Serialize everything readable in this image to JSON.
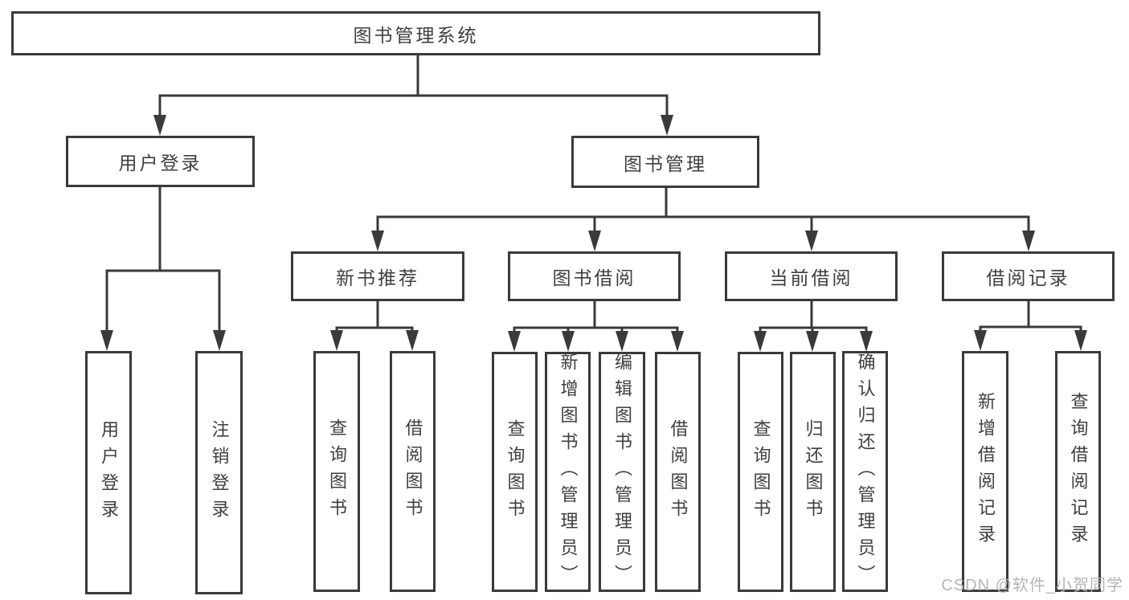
{
  "diagram": {
    "title": "图书管理系统",
    "tree": {
      "label": "图书管理系统",
      "children": [
        {
          "label": "用户登录",
          "children": [
            {
              "label": "用户登录"
            },
            {
              "label": "注销登录"
            }
          ]
        },
        {
          "label": "图书管理",
          "children": [
            {
              "label": "新书推荐",
              "children": [
                {
                  "label": "查询图书"
                },
                {
                  "label": "借阅图书"
                }
              ]
            },
            {
              "label": "图书借阅",
              "children": [
                {
                  "label": "查询图书"
                },
                {
                  "label": "新增图书（管理员）"
                },
                {
                  "label": "编辑图书（管理员）"
                },
                {
                  "label": "借阅图书"
                }
              ]
            },
            {
              "label": "当前借阅",
              "children": [
                {
                  "label": "查询图书"
                },
                {
                  "label": "归还图书"
                },
                {
                  "label": "确认归还（管理员）"
                }
              ]
            },
            {
              "label": "借阅记录",
              "children": [
                {
                  "label": "新增借阅记录"
                },
                {
                  "label": "查询借阅记录"
                }
              ]
            }
          ]
        }
      ]
    },
    "colors": {
      "line": "#3a3a3a",
      "text": "#3f3f3f",
      "background": "#ffffff",
      "watermark": "#b5b5b5"
    },
    "watermark": "CSDN @软件_小贺同学"
  }
}
